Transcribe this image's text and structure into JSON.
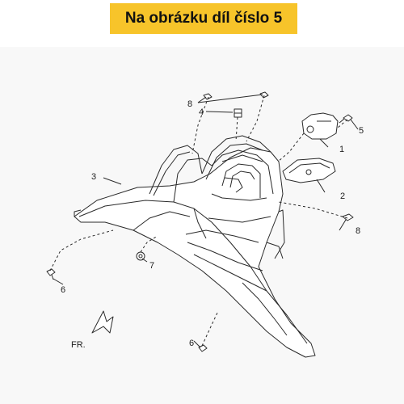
{
  "header": {
    "title": "Na obrázku díl číslo 5"
  },
  "callouts": {
    "part_1": "1",
    "part_2": "2",
    "part_3": "3",
    "part_4": "4",
    "part_5": "5",
    "part_6a": "6",
    "part_6b": "6",
    "part_7": "7",
    "part_8a": "8",
    "part_8b": "8"
  },
  "direction": {
    "label": "FR."
  },
  "colors": {
    "banner": "#f7c42a",
    "background": "#f8f8f8",
    "line": "#2a2a2a"
  }
}
